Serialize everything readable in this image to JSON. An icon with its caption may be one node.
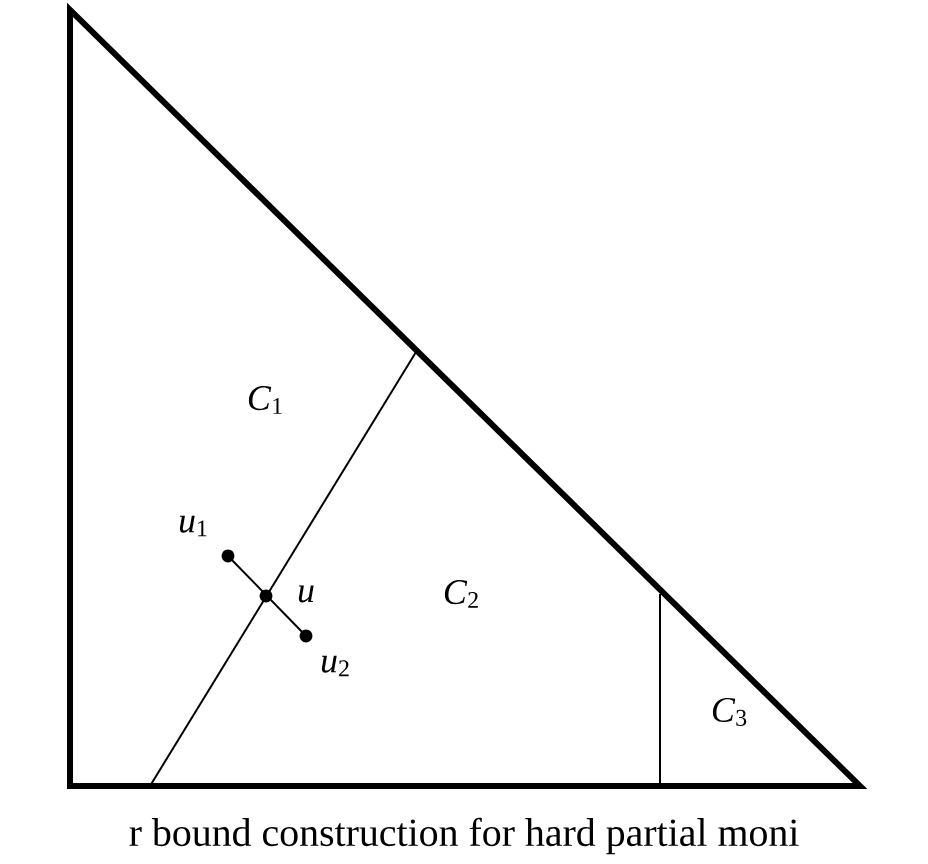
{
  "diagram": {
    "caption": "r bound construction for hard partial moni",
    "labels": [
      "*C*$_{1}$",
      "*u*$_{1}$",
      "*u*",
      "*C*$_{2}$",
      "*u*$_{2}$",
      "*C*$_{3}$"
    ]
  }
}
